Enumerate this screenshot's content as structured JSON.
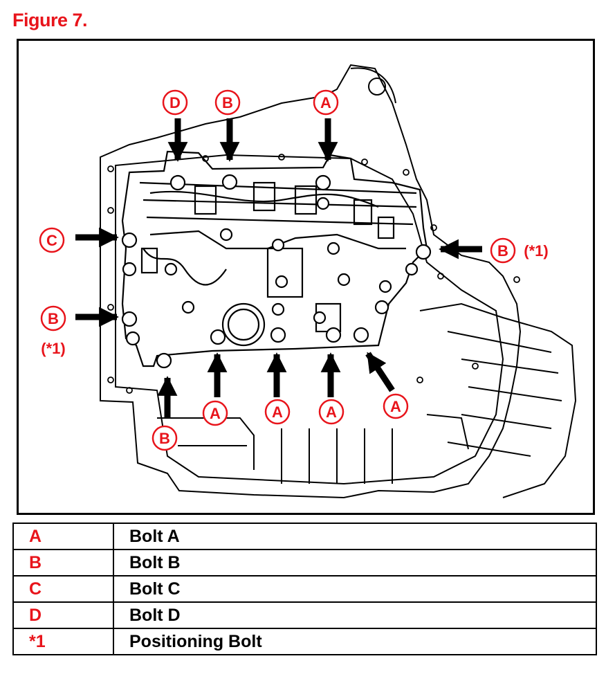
{
  "figure": {
    "title": "Figure 7."
  },
  "colors": {
    "accent": "#e8141b",
    "line": "#000000"
  },
  "callouts": [
    {
      "id": "D",
      "label": "D",
      "note": ""
    },
    {
      "id": "B-top",
      "label": "B",
      "note": ""
    },
    {
      "id": "A-top",
      "label": "A",
      "note": ""
    },
    {
      "id": "C",
      "label": "C",
      "note": ""
    },
    {
      "id": "B-right",
      "label": "B",
      "note": "(*1)"
    },
    {
      "id": "B-left",
      "label": "B",
      "note": "(*1)"
    },
    {
      "id": "B-bottom",
      "label": "B",
      "note": ""
    },
    {
      "id": "A-bottom-1",
      "label": "A",
      "note": ""
    },
    {
      "id": "A-bottom-2",
      "label": "A",
      "note": ""
    },
    {
      "id": "A-bottom-3",
      "label": "A",
      "note": ""
    },
    {
      "id": "A-bottom-4",
      "label": "A",
      "note": ""
    }
  ],
  "legend": [
    {
      "key": "A",
      "desc": "Bolt A"
    },
    {
      "key": "B",
      "desc": "Bolt B"
    },
    {
      "key": "C",
      "desc": "Bolt C"
    },
    {
      "key": "D",
      "desc": "Bolt D"
    },
    {
      "key": "*1",
      "desc": "Positioning Bolt"
    }
  ]
}
